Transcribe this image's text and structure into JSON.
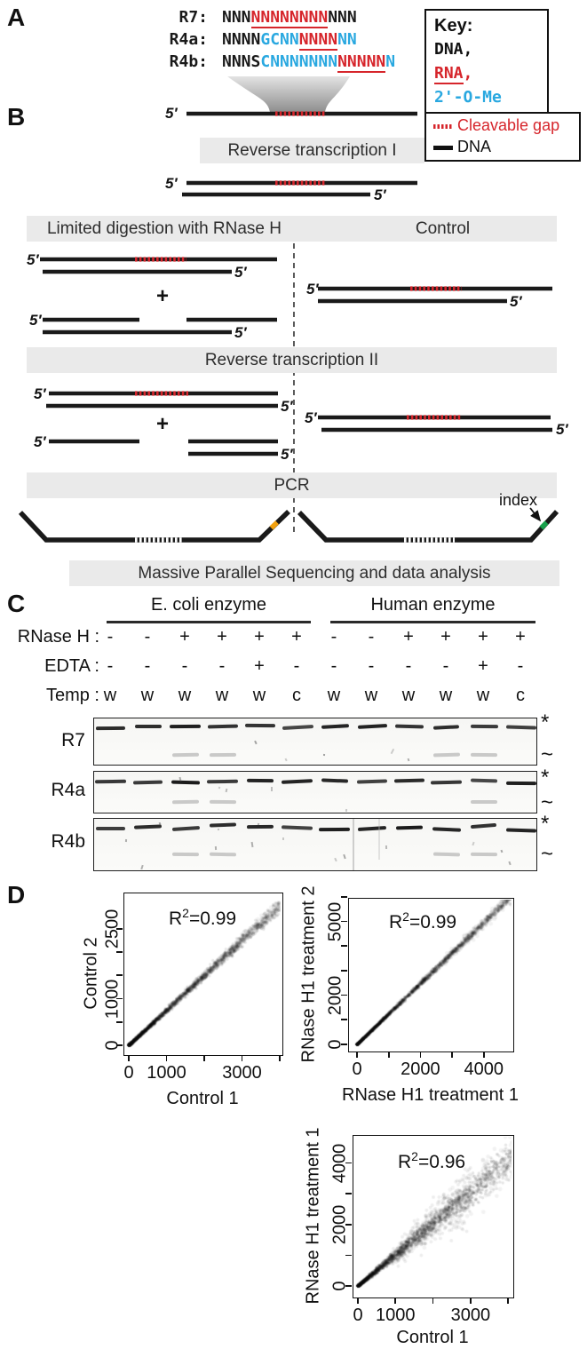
{
  "colors": {
    "dna_black": "#1a1a1a",
    "rna_red": "#d6252b",
    "ome_cyan": "#29a8e0",
    "banner_gray": "#eaeaea",
    "adapter_orange": "#f2a10e",
    "index_green": "#17a04b"
  },
  "panelA": {
    "label": "A",
    "rows": [
      {
        "name": "R7:",
        "segments": [
          {
            "text": "NNN",
            "type": "dna"
          },
          {
            "text": "NNNNNNNN",
            "type": "rna"
          },
          {
            "text": "NNN",
            "type": "dna"
          }
        ]
      },
      {
        "name": "R4a:",
        "segments": [
          {
            "text": "NNNN",
            "type": "dna"
          },
          {
            "text": "GCNN",
            "type": "ome"
          },
          {
            "text": "NNNN",
            "type": "rna"
          },
          {
            "text": "NN",
            "type": "ome"
          }
        ]
      },
      {
        "name": "R4b:",
        "segments": [
          {
            "text": "NNNS",
            "type": "dna"
          },
          {
            "text": "CNNNNNNN",
            "type": "ome"
          },
          {
            "text": "NNNNN",
            "type": "rna"
          },
          {
            "text": "N",
            "type": "ome"
          }
        ]
      }
    ],
    "key": {
      "title": "Key:",
      "items": [
        {
          "text": "DNA,",
          "type": "dna"
        },
        {
          "text": "RNA,",
          "type": "rna",
          "underlined_part": "RNA"
        },
        {
          "text": "2'-O-Me",
          "type": "ome"
        }
      ]
    }
  },
  "panelB": {
    "label": "B",
    "banners": {
      "rt1": "Reverse transcription I",
      "digestion": "Limited digestion with RNase H",
      "control": "Control",
      "rt2": "Reverse transcription II",
      "pcr": "PCR",
      "sequencing": "Massive Parallel Sequencing and data analysis"
    },
    "key": {
      "cleavable": "Cleavable gap",
      "dna": "DNA"
    },
    "five_prime": "5′",
    "plus": "+",
    "index_label": "index"
  },
  "panelC": {
    "label": "C",
    "enzyme_groups": [
      {
        "label": "E. coli enzyme"
      },
      {
        "label": "Human enzyme"
      }
    ],
    "condition_rows": [
      {
        "label": "RNase H :",
        "values": [
          "-",
          "-",
          "+",
          "+",
          "+",
          "+",
          "-",
          "-",
          "+",
          "+",
          "+",
          "+"
        ]
      },
      {
        "label": "EDTA :",
        "values": [
          "-",
          "-",
          "-",
          "-",
          "+",
          "-",
          "-",
          "-",
          "-",
          "-",
          "+",
          "-"
        ]
      },
      {
        "label": "Temp :",
        "values": [
          "w",
          "w",
          "w",
          "w",
          "w",
          "c",
          "w",
          "w",
          "w",
          "w",
          "w",
          "c"
        ]
      }
    ],
    "gels": [
      {
        "label": "R7",
        "lanes": 12,
        "faint_lanes": [
          3,
          4,
          10,
          11
        ]
      },
      {
        "label": "R4a",
        "lanes": 12,
        "faint_lanes": [
          3,
          4,
          11
        ]
      },
      {
        "label": "R4b",
        "lanes": 12,
        "faint_lanes": [
          3,
          4,
          10,
          11
        ]
      }
    ],
    "band_markers": {
      "full_length": "*",
      "cleaved": "~"
    }
  },
  "panelD": {
    "label": "D"
  },
  "chart_data": [
    {
      "type": "scatter",
      "r2": "0.99",
      "xlabel": "Control 1",
      "ylabel": "Control 2",
      "xlim": [
        0,
        4000
      ],
      "ylim": [
        0,
        3100
      ],
      "x_ticks": [
        0,
        1000,
        2000,
        3000,
        4000
      ],
      "x_tick_labels": [
        {
          "value": 0,
          "label": "0"
        },
        {
          "value": 1000,
          "label": "1000"
        },
        {
          "value": 3000,
          "label": "3000"
        }
      ],
      "y_ticks": [
        0,
        500,
        1000,
        1500,
        2000,
        2500
      ],
      "y_tick_labels": [
        {
          "value": 0,
          "label": "0"
        },
        {
          "value": 1000,
          "label": "1000"
        },
        {
          "value": 2500,
          "label": "2500"
        }
      ],
      "grid": false,
      "points_approx": {
        "n_core": 2600,
        "n_tail": 140,
        "slope": 0.75,
        "noise_base": 25,
        "noise_rel": 0.035,
        "tail_spread": 0.05,
        "seed": 11
      }
    },
    {
      "type": "scatter",
      "r2": "0.99",
      "xlabel": "RNase H1 treatment 1",
      "ylabel": "RNase H1 treatment 2",
      "xlim": [
        0,
        4900
      ],
      "ylim": [
        0,
        6200
      ],
      "x_ticks": [
        0,
        1000,
        2000,
        3000,
        4000
      ],
      "x_tick_labels": [
        {
          "value": 0,
          "label": "0"
        },
        {
          "value": 2000,
          "label": "2000"
        },
        {
          "value": 4000,
          "label": "4000"
        }
      ],
      "y_ticks": [
        0,
        1000,
        2000,
        3000,
        4000,
        5000,
        6000
      ],
      "y_tick_labels": [
        {
          "value": 0,
          "label": "0"
        },
        {
          "value": 2000,
          "label": "2000"
        },
        {
          "value": 5000,
          "label": "5000"
        }
      ],
      "grid": false,
      "points_approx": {
        "n_core": 2600,
        "n_tail": 140,
        "slope": 1.24,
        "noise_base": 30,
        "noise_rel": 0.035,
        "tail_spread": 0.05,
        "seed": 22
      }
    },
    {
      "type": "scatter",
      "r2": "0.96",
      "xlabel": "Control 1",
      "ylabel": "RNase H1 treatment 1",
      "xlim": [
        0,
        4300
      ],
      "ylim": [
        0,
        4900
      ],
      "x_ticks": [
        0,
        1000,
        2000,
        3000,
        4000
      ],
      "x_tick_labels": [
        {
          "value": 0,
          "label": "0"
        },
        {
          "value": 1000,
          "label": "1000"
        },
        {
          "value": 3000,
          "label": "3000"
        }
      ],
      "y_ticks": [
        0,
        1000,
        2000,
        3000,
        4000
      ],
      "y_tick_labels": [
        {
          "value": 0,
          "label": "0"
        },
        {
          "value": 2000,
          "label": "2000"
        },
        {
          "value": 4000,
          "label": "4000"
        }
      ],
      "grid": false,
      "points_approx": {
        "n_core": 2400,
        "n_mid": 450,
        "n_tail": 200,
        "slope": 1.02,
        "noise_base": 30,
        "noise_rel": 0.14,
        "mid_spread": 0.3,
        "tail_spread": 0.25,
        "seed": 33
      }
    }
  ]
}
